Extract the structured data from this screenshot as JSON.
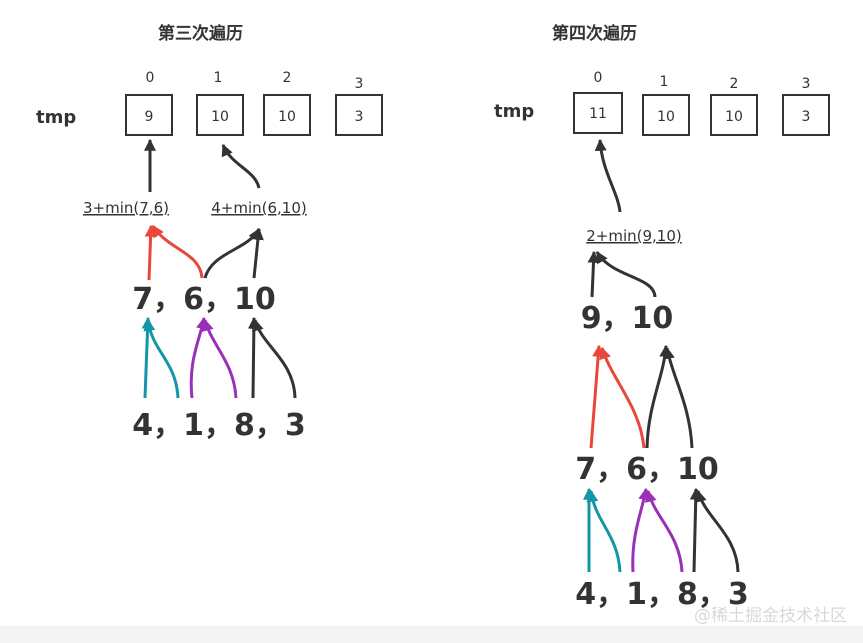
{
  "left": {
    "title": "第三次遍历",
    "tmp_label": "tmp",
    "indices": [
      "0",
      "1",
      "2",
      "3"
    ],
    "cells": [
      "9",
      "10",
      "10",
      "3"
    ],
    "formulas": [
      "3+min(7,6)",
      "4+min(6,10)"
    ],
    "row_mid": "7，6，10",
    "row_bottom": "4，1，8，3"
  },
  "right": {
    "title": "第四次遍历",
    "tmp_label": "tmp",
    "indices": [
      "0",
      "1",
      "2",
      "3"
    ],
    "cells": [
      "11",
      "10",
      "10",
      "3"
    ],
    "formulas": [
      "2+min(9,10)"
    ],
    "row_top": "9，10",
    "row_mid": "7，6，10",
    "row_bottom": "4，1，8，3"
  },
  "watermark": "@稀土掘金技术社区",
  "colors": {
    "dark": "#333333",
    "red": "#e8473a",
    "teal": "#1296a8",
    "purple": "#9b30b8"
  }
}
